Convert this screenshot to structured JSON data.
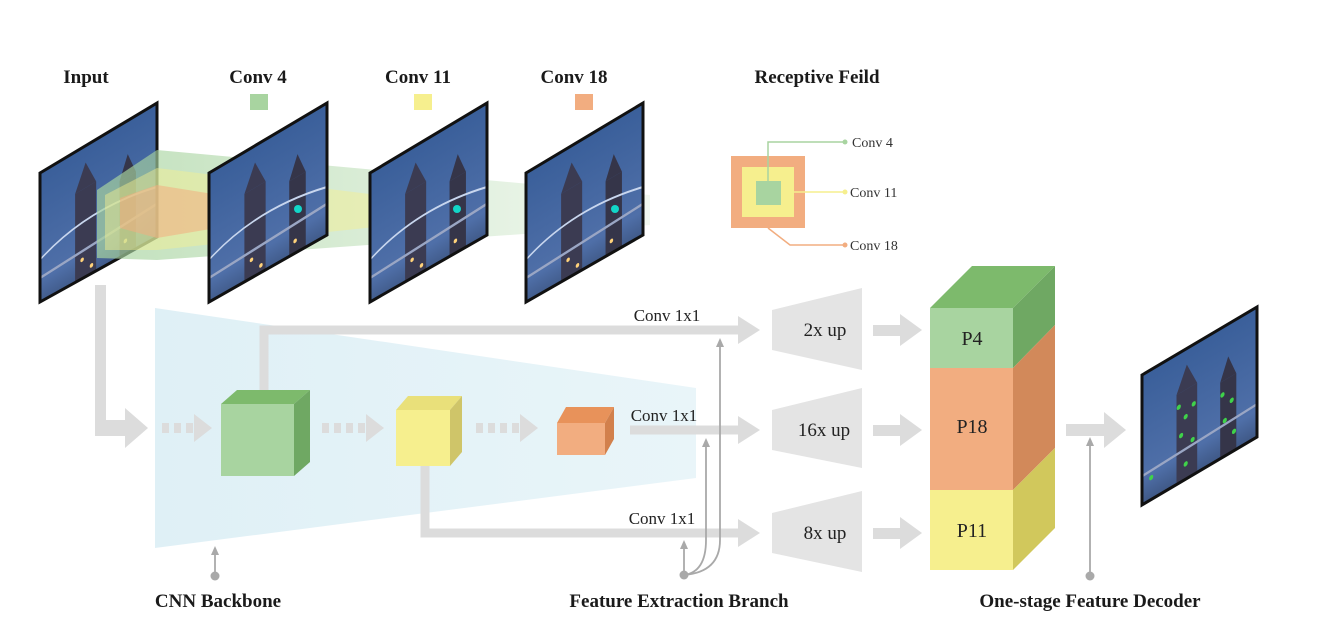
{
  "headers": {
    "input": "Input",
    "conv4": "Conv 4",
    "conv11": "Conv 11",
    "conv18": "Conv 18",
    "receptive_field": "Receptive Feild"
  },
  "receptive_legend": {
    "conv4": "Conv 4",
    "conv11": "Conv 11",
    "conv18": "Conv 18"
  },
  "connections": {
    "top": "Conv 1x1",
    "middle": "Conv 1x1",
    "bottom": "Conv 1x1"
  },
  "upsample": {
    "top": "2x up",
    "middle": "16x up",
    "bottom": "8x up"
  },
  "pyramid": {
    "p4": "P4",
    "p18": "P18",
    "p11": "P11"
  },
  "sections": {
    "backbone": "CNN Backbone",
    "branch": "Feature Extraction Branch",
    "decoder": "One-stage Feature Decoder"
  },
  "colors": {
    "conv4_green": "#a8d4a0",
    "conv11_yellow": "#f6ef8e",
    "conv18_orange": "#f2ad80",
    "backbone_bg": "#e3f3f7",
    "arrow_gray": "#dcdcdc",
    "line_gray": "#a9a9a9",
    "point_cyan": "#12d6c8"
  }
}
